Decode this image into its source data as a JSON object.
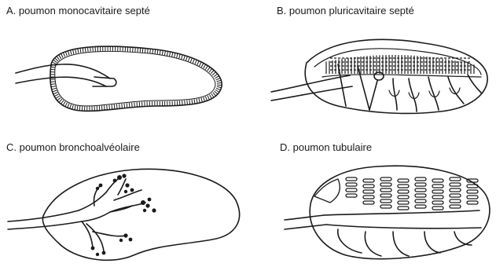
{
  "panels": [
    {
      "id": "A",
      "label": "A. poumon monocavitaire septé"
    },
    {
      "id": "B",
      "label": "B. poumon pluricavitaire septé"
    },
    {
      "id": "C",
      "label": "C. poumon bronchoalvéolaire"
    },
    {
      "id": "D",
      "label": "D. poumon tubulaire"
    }
  ],
  "colors": {
    "ink": "#1a1a1a",
    "paper": "#ffffff"
  }
}
